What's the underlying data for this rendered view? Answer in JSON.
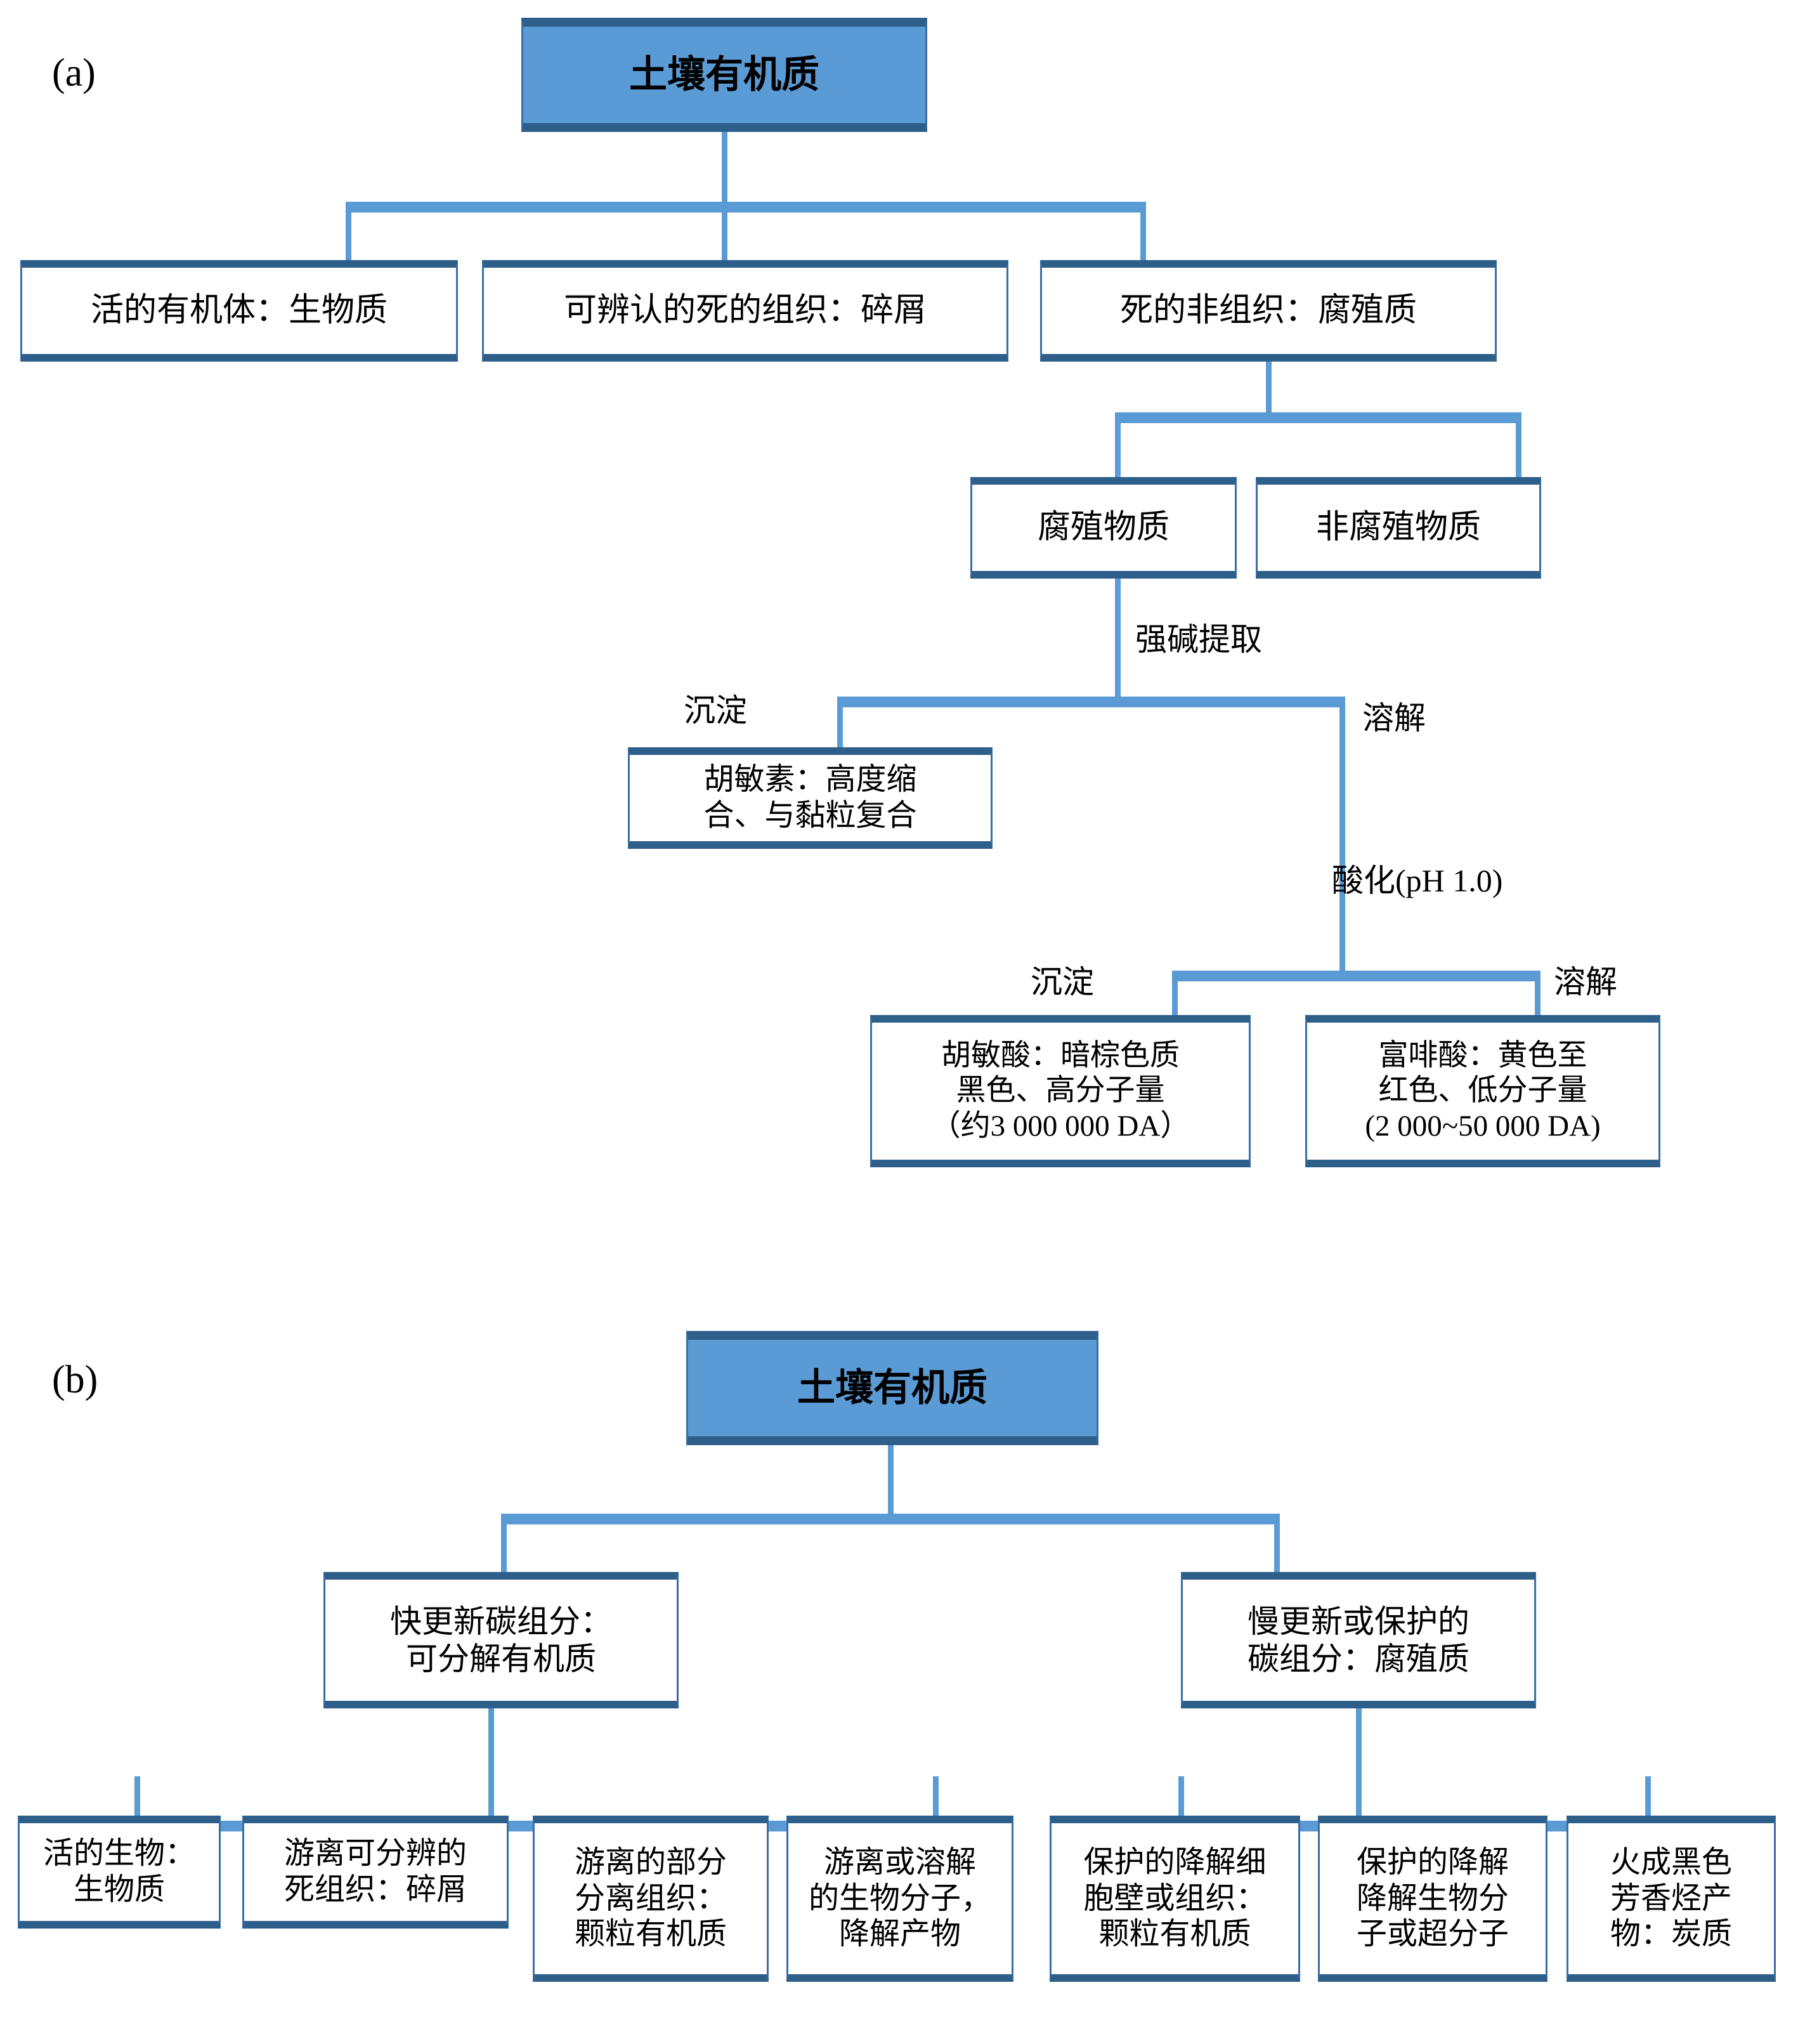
{
  "figure": {
    "panels": [
      {
        "tag": "(a)",
        "root": "土壤有机质",
        "level1": [
          "活的有机体：生物质",
          "可辨认的死的组织：碎屑",
          "死的非组织：腐殖质"
        ],
        "level2": [
          "腐殖物质",
          "非腐殖物质"
        ],
        "process_labels": {
          "alkali_extraction": "强碱提取",
          "precipitate_1": "沉淀",
          "dissolve_1": "溶解",
          "acidification": "酸化(pH 1.0)",
          "precipitate_2": "沉淀",
          "dissolve_2": "溶解"
        },
        "products": {
          "humin": "胡敏素：高度缩\n合、与黏粒复合",
          "humic_acid": "胡敏酸：暗棕色质\n黑色、高分子量\n（约3 000 000 DA）",
          "fulvic_acid": "富啡酸：黄色至\n红色、低分子量\n(2 000~50 000 DA)"
        }
      },
      {
        "tag": "(b)",
        "root": "土壤有机质",
        "level1": [
          "快更新碳组分：\n可分解有机质",
          "慢更新或保护的\n碳组分：腐殖质"
        ],
        "fast_pool": [
          "活的生物：\n生物质",
          "游离可分辨的\n死组织：碎屑",
          "游离的部分\n分离组织：\n颗粒有机质",
          "游离或溶解\n的生物分子，\n降解产物"
        ],
        "slow_pool": [
          "保护的降解细\n胞壁或组织：\n颗粒有机质",
          "保护的降解\n降解生物分\n子或超分子",
          "火成黑色\n芳香烃产\n物：炭质"
        ]
      }
    ],
    "colors": {
      "header_fill": "#5b9bd5",
      "connector": "#5b9bd5",
      "border": "#3a6ea5",
      "border_dark": "#2e5f8a",
      "text": "#000000",
      "background": "#ffffff"
    }
  }
}
